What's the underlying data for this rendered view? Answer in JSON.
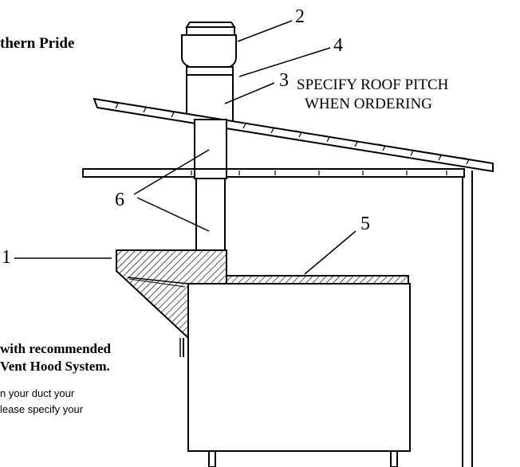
{
  "brand_fragment": "thern Pride",
  "callouts": {
    "c1": "1",
    "c2": "2",
    "c3": "3",
    "c4": "4",
    "c5": "5",
    "c6": "6"
  },
  "roof_note": {
    "line1": "SPECIFY ROOF PITCH",
    "line2": "WHEN ORDERING"
  },
  "caption": {
    "line1": "with recommended",
    "line2": "Vent Hood System."
  },
  "body_text": {
    "line1": "n your duct your",
    "line2": "lease specify your"
  }
}
